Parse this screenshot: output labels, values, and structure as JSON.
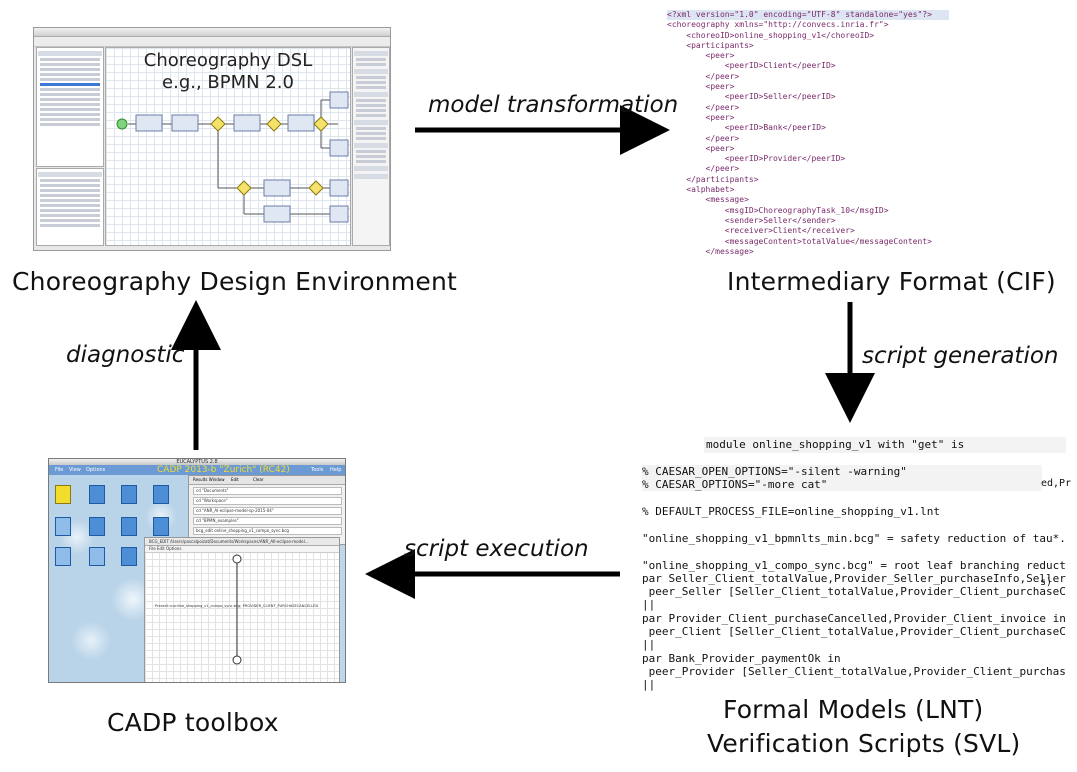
{
  "captions": {
    "design_env": "Choreography Design Environment",
    "cif": "Intermediary Format (CIF)",
    "cadp": "CADP toolbox",
    "formal_models": "Formal Models (LNT)",
    "verification_scripts": "Verification Scripts (SVL)"
  },
  "arrows": {
    "model_transformation": "model transformation",
    "script_generation": "script generation",
    "script_execution": "script execution",
    "diagnostic": "diagnostic"
  },
  "eclipse": {
    "dsl_line1": "Choreography DSL",
    "dsl_line2": "e.g., BPMN 2.0"
  },
  "cif_lines": [
    "<?xml version=\"1.0\" encoding=\"UTF-8\" standalone=\"yes\"?>",
    "<choreography xmlns=\"http://convecs.inria.fr\">",
    "    <choreoID>online_shopping_v1</choreoID>",
    "    <participants>",
    "        <peer>",
    "            <peerID>Client</peerID>",
    "        </peer>",
    "        <peer>",
    "            <peerID>Seller</peerID>",
    "        </peer>",
    "        <peer>",
    "            <peerID>Bank</peerID>",
    "        </peer>",
    "        <peer>",
    "            <peerID>Provider</peerID>",
    "        </peer>",
    "    </participants>",
    "    <alphabet>",
    "        <message>",
    "            <msgID>ChoreographyTask_10</msgID>",
    "            <sender>Seller</sender>",
    "            <receiver>Client</receiver>",
    "            <messageContent>totalValue</messageContent>",
    "        </message>"
  ],
  "svl_lines": [
    "module online_shopping_v1 with \"get\" is",
    "% CAESAR_OPEN_OPTIONS=\"-silent -warning\"",
    "% CAESAR_OPTIONS=\"-more cat\"",
    "% DEFAULT_PROCESS_FILE=online_shopping_v1.lnt",
    "\"online_shopping_v1_bpmnlts_min.bcg\" = safety reduction of tau*.",
    "\"online_shopping_v1_compo_sync.bcg\" = root leaf branching reduct",
    "par Seller_Client_totalValue,Provider_Seller_purchaseInfo,Seller",
    " peer_Seller [Seller_Client_totalValue,Provider_Client_purchaseC",
    "||",
    "par Provider_Client_purchaseCancelled,Provider_Client_invoice in",
    " peer_Client [Seller_Client_totalValue,Provider_Client_purchaseC",
    "||",
    "par Bank_Provider_paymentOk in",
    " peer_Provider [Seller_Client_totalValue,Provider_Client_purchas",
    "||"
  ],
  "svl_side": {
    "right_fragment_1": "ed,Pr",
    "right_fragment_2": "s)"
  },
  "cadp": {
    "title": "CADP 2013-b \"Zurich\" (RC42)",
    "window_label": "EUCALYPTUS 2.8",
    "menu_file": "File",
    "menu_view": "View",
    "menu_options": "Options",
    "menu_tools": "Tools",
    "menu_help": "Help",
    "pane_tabs": [
      "Results Window",
      "Edit",
      "Clear"
    ],
    "pane_lines": [
      "cd \"Documents\"",
      "cd \"Workspace\"",
      "cd \"ANR_AI-eclipse-model-sp-2015-04\"",
      "cd \"BPMN_examples\"",
      "bcg_edit online_shopping_v1_compo_sync.bcg"
    ],
    "graph_title": "BCG_EDIT /Users/pascalpoizat/Documents/Workspaces/ANR_AII-eclipse-model...",
    "graph_menu": "File  Edit  Options",
    "graph_label": "Present:n:online_shopping_v1_compo_sync.bcg; PROVIDER_CLIENT_PURCHASECANCELLED"
  },
  "colors": {
    "arrow": "#000000",
    "cif_markup": "#7a2a6b",
    "cadp_menubar": "#6b9ad4",
    "cadp_title": "#f2dc2c"
  }
}
